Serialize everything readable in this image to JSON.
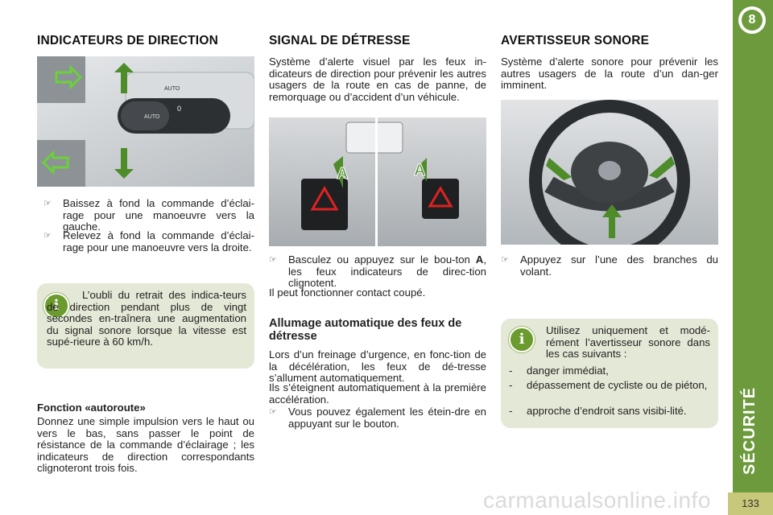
{
  "chapter": {
    "number": "8",
    "title": "SÉCURITÉ"
  },
  "page_number": "133",
  "watermark": "carmanualsonline.info",
  "col1": {
    "heading": "INDICATEURS DE DIRECTION",
    "bullets": [
      "Baissez à fond la commande d’éclai-rage pour une manoeuvre vers la gauche.",
      "Relevez à fond la commande d’éclai-rage pour une manoeuvre vers la droite."
    ],
    "note": "L’oubli du retrait des indica-teurs de direction pendant plus de vingt secondes en-traînera une augmentation du signal sonore lorsque la vitesse est supé-rieure à 60 km/h.",
    "autoroute_title": "Fonction «autoroute»",
    "autoroute_text": "Donnez une simple impulsion vers le haut ou vers le bas, sans passer le point de résistance de la commande d’éclairage ; les indicateurs de direction correspondants clignoteront trois fois.",
    "image_labels": [
      "AUTO",
      "0",
      "AUTO"
    ]
  },
  "col2": {
    "heading": "SIGNAL DE DÉTRESSE",
    "intro": "Système d’alerte visuel par les feux in-dicateurs de direction pour prévenir les autres usagers de la route en cas de panne, de remorquage ou d’accident d’un véhicule.",
    "bullet_pre": "Basculez ou appuyez sur le bou-ton ",
    "bullet_bold": "A",
    "bullet_post": ", les feux indicateurs de direc-tion clignotent.",
    "contact": "Il peut fonctionner contact coupé.",
    "sub_heading": "Allumage automatique des feux de détresse",
    "auto_text": "Lors d’un freinage d’urgence, en fonc-tion de la décélération, les feux de dé-tresse s’allument automatiquement.",
    "extinct_text": "Ils s’éteignent automatiquement à la première accélération.",
    "bullet2": "Vous pouvez également les étein-dre en appuyant sur le bouton.",
    "image_label": "A"
  },
  "col3": {
    "heading": "AVERTISSEUR SONORE",
    "intro": "Système d’alerte sonore pour prévenir les autres usagers de la route d’un dan-ger imminent.",
    "bullet": "Appuyez sur l’une des branches du volant.",
    "note_intro": "Utilisez uniquement et modé-rément l’avertisseur sonore dans les cas suivants :",
    "note_items": [
      "danger immédiat,",
      "dépassement de cycliste ou de piéton,",
      "approche d’endroit sans visibi-lité."
    ]
  },
  "bullet_symbol": "☞",
  "dash_symbol": "-",
  "info_symbol": "i",
  "colors": {
    "accent_green": "#6c9a3c",
    "note_bg": "#e4e8d6",
    "arrow_green": "#4e8c2a"
  }
}
